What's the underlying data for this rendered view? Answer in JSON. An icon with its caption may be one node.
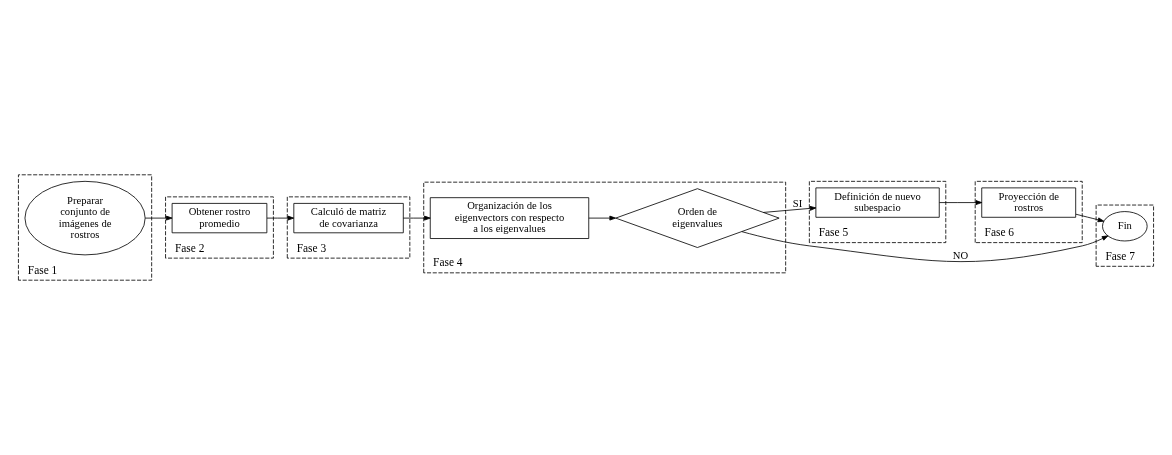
{
  "diagram": {
    "nodes": [
      {
        "text": [
          "Fase 1"
        ]
      },
      {
        "text": [
          "Preparar conjunto de imágenes de rostros"
        ],
        "in": 0
      },
      {
        "text": [
          "Fase 2"
        ]
      },
      {
        "text": [
          "Obtener rostro promedio"
        ],
        "in": 2
      },
      {
        "text": [
          "Fase 3"
        ]
      },
      {
        "text": [
          "Calculó de matriz de covarianza"
        ],
        "in": 4
      },
      {
        "text": [
          "Fase 4"
        ]
      },
      {
        "text": [
          "Organización de los eigenvectors con respecto a los eigenvalues"
        ],
        "in": 6
      },
      {
        "text": [
          "Orden de eigenvalues"
        ],
        "in": 6
      },
      {
        "text": [
          "Fase 5"
        ]
      },
      {
        "text": [
          "Definición de nuevo subespacio"
        ],
        "in": 9
      },
      {
        "text": [
          "Fase 6"
        ]
      },
      {
        "text": [
          "Proyección de rostros"
        ],
        "in": 11
      },
      {
        "text": [
          "Fase 7"
        ]
      },
      {
        "text": [
          "Fin"
        ],
        "in": 13
      }
    ],
    "edges": [
      {
        "from": 1,
        "to": 3,
        "arrow": "to"
      },
      {
        "from": 3,
        "to": 5,
        "arrow": "to"
      },
      {
        "from": 5,
        "to": 7,
        "arrow": "to"
      },
      {
        "from": 7,
        "to": 8,
        "arrow": "to"
      },
      {
        "from": 8,
        "to": 10,
        "label": "SI",
        "arrow": "to"
      },
      {
        "from": 10,
        "to": 12,
        "arrow": "to"
      },
      {
        "from": 12,
        "to": 14,
        "arrow": "to"
      },
      {
        "from": 8,
        "to": 14,
        "label": "NO",
        "arrow": "to"
      }
    ]
  }
}
